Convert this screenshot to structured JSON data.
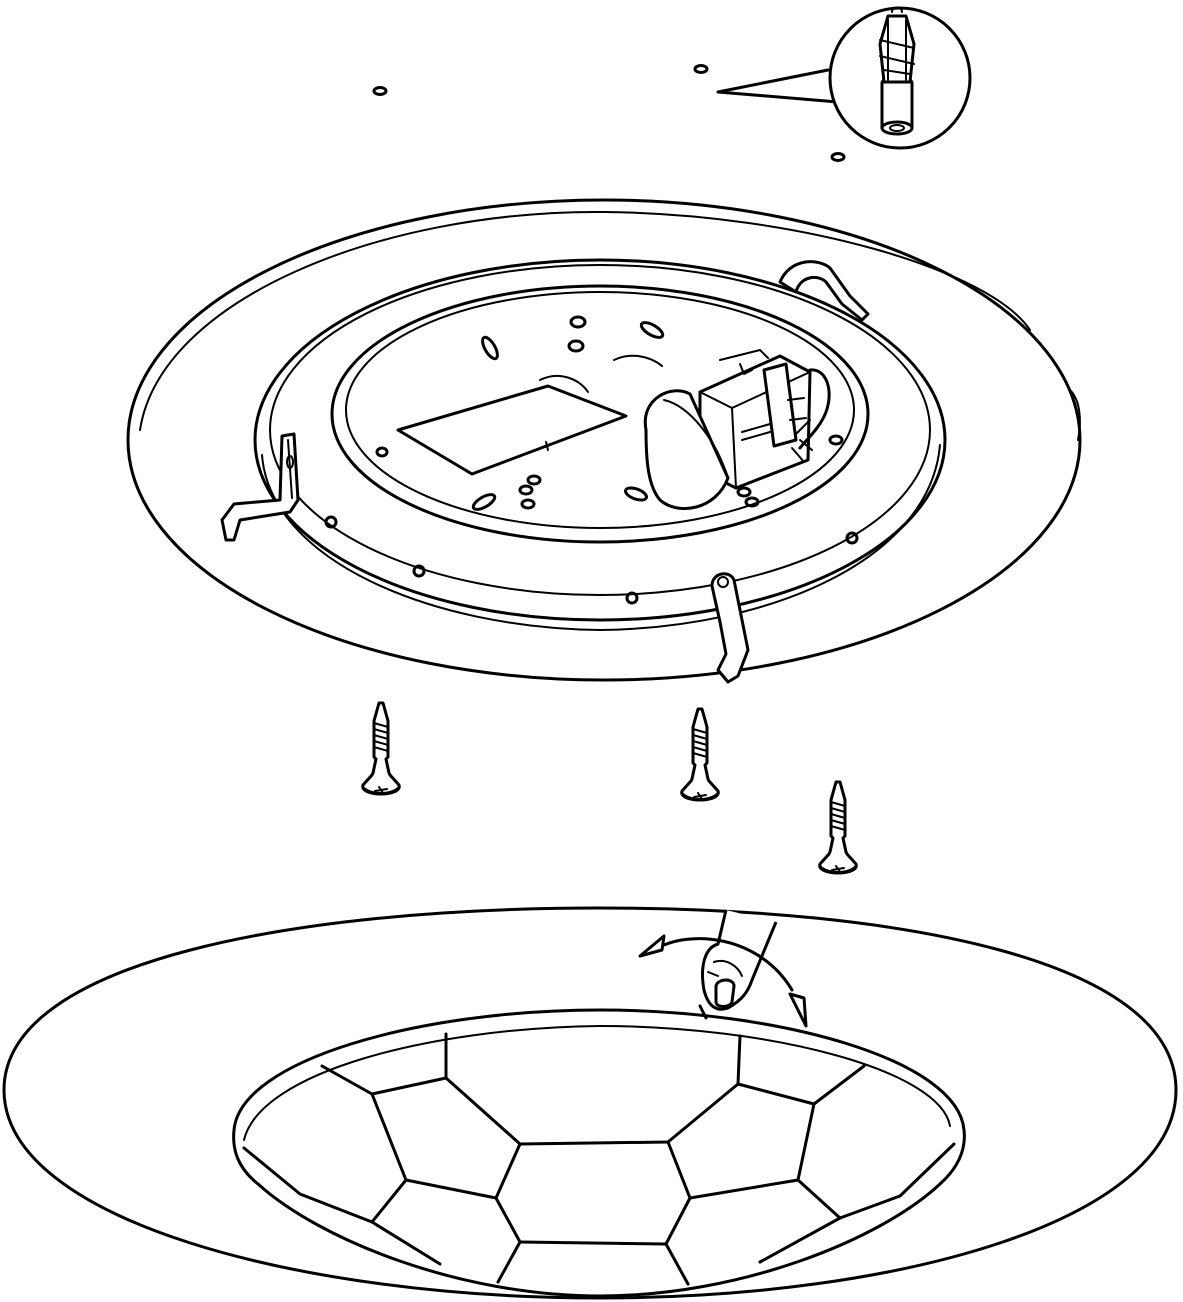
{
  "diagram": {
    "kind": "assembly-illustration",
    "line_color": "#000000",
    "background_color": "#ffffff",
    "parts": [
      {
        "part": "wall-plug",
        "count": 1,
        "icon": "anchor-plug-icon"
      },
      {
        "part": "base-plate",
        "count": 1,
        "icon": "mounting-plate-icon"
      },
      {
        "part": "mounting-screw",
        "count": 3,
        "icon": "screw-icon"
      },
      {
        "part": "diffuser-shade",
        "count": 1,
        "icon": "glass-shade-icon"
      },
      {
        "part": "hand-twist",
        "count": 1,
        "icon": "hand-icon"
      }
    ]
  }
}
